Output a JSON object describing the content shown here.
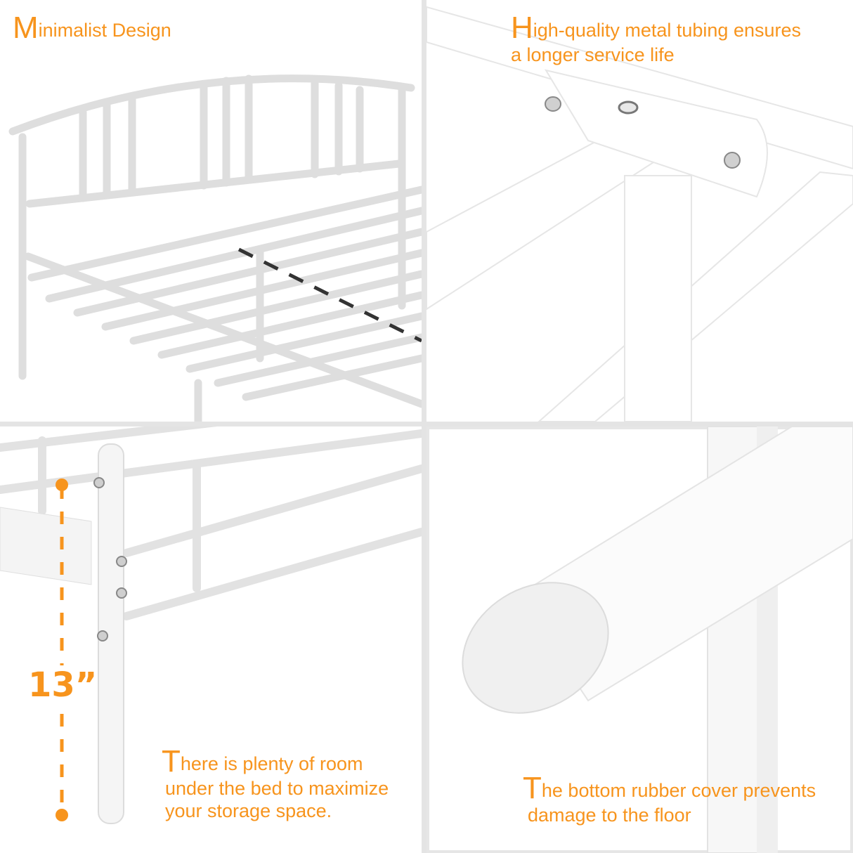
{
  "accent_color": "#f7941d",
  "panels": {
    "top_left": {
      "caption": {
        "initial": "M",
        "rest": "inimalist Design"
      },
      "image_subject": "white metal bed frame with arched headboard and slats"
    },
    "top_right": {
      "caption": {
        "initial": "H",
        "line1": "igh-quality metal tubing ensures",
        "line2": "a longer service life"
      },
      "image_subject": "close-up of square metal tubing joint with hex bolts"
    },
    "bottom_left": {
      "measurement": "13”",
      "caption": {
        "initial": "T",
        "line1": "here is plenty of room",
        "line2": "under the bed to maximize",
        "line3": "your storage space."
      },
      "image_subject": "bed leg with bolts and under-bed clearance dimension"
    },
    "bottom_right": {
      "caption": {
        "initial": "T",
        "line1": "he bottom rubber cover prevents",
        "line2": "damage to the floor"
      },
      "image_subject": "close-up of round tube end cap"
    }
  }
}
